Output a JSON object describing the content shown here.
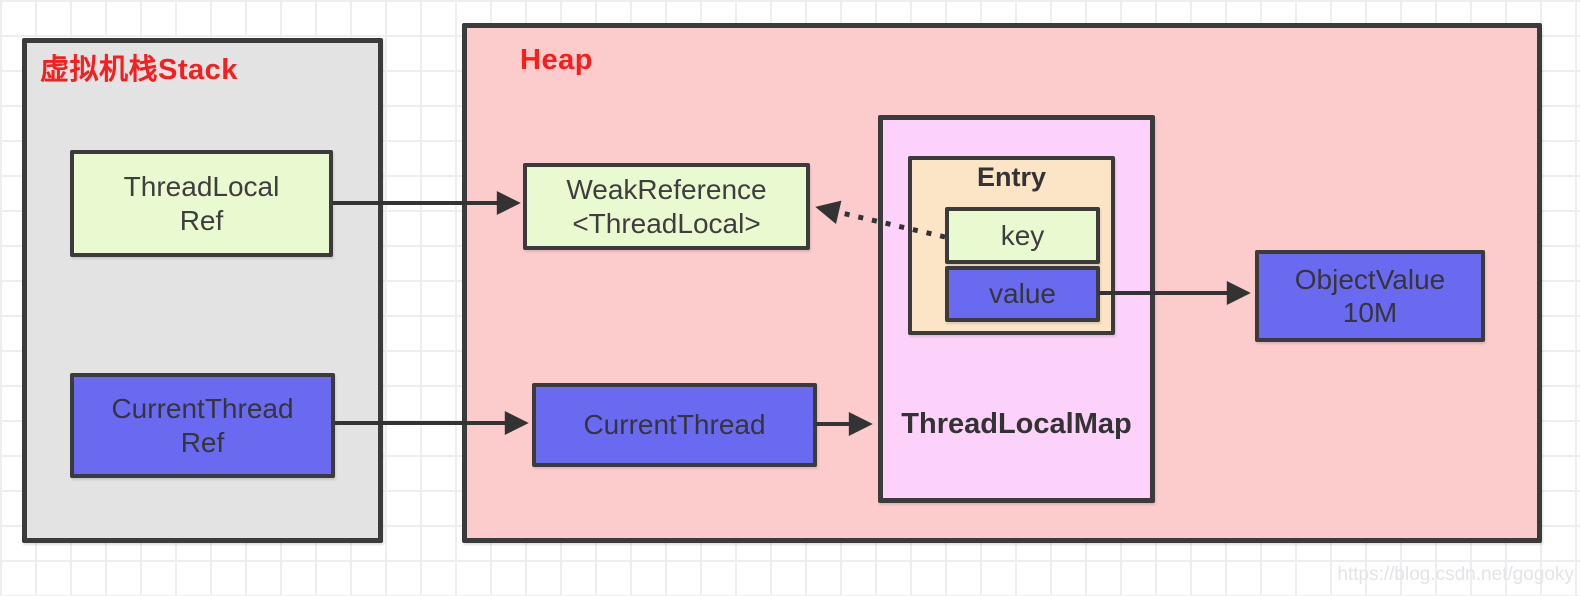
{
  "stack": {
    "title": "虚拟机栈Stack",
    "thread_local_ref": {
      "line1": "ThreadLocal",
      "line2": "Ref"
    },
    "current_thread_ref": {
      "line1": "CurrentThread",
      "line2": "Ref"
    }
  },
  "heap": {
    "title": "Heap",
    "weak_reference": {
      "line1": "WeakReference",
      "line2": "<ThreadLocal>"
    },
    "current_thread": {
      "label": "CurrentThread"
    },
    "thread_local_map": {
      "label": "ThreadLocalMap",
      "entry": {
        "title": "Entry",
        "key": "key",
        "value": "value"
      }
    },
    "object_value": {
      "line1": "ObjectValue",
      "line2": "10M"
    }
  },
  "edges": [
    {
      "from": "thread-local-ref",
      "to": "weak-reference",
      "style": "solid"
    },
    {
      "from": "current-thread-ref",
      "to": "current-thread",
      "style": "solid"
    },
    {
      "from": "current-thread",
      "to": "thread-local-map",
      "style": "solid"
    },
    {
      "from": "key",
      "to": "weak-reference",
      "style": "dotted"
    },
    {
      "from": "value",
      "to": "object-value",
      "style": "solid"
    }
  ],
  "watermark": "https://blog.csdn.net/gogoky",
  "colors": {
    "red_title": "#f91d1d",
    "stack_fill": "#e3e3e3",
    "heap_fill": "#fccccc",
    "map_fill": "#fcd1fa",
    "entry_fill": "#fce4c6",
    "green_fill": "#e9fad0",
    "blue_fill": "#6a6af0",
    "border": "#3b3b3b",
    "box_text": "#3e3e3e"
  }
}
